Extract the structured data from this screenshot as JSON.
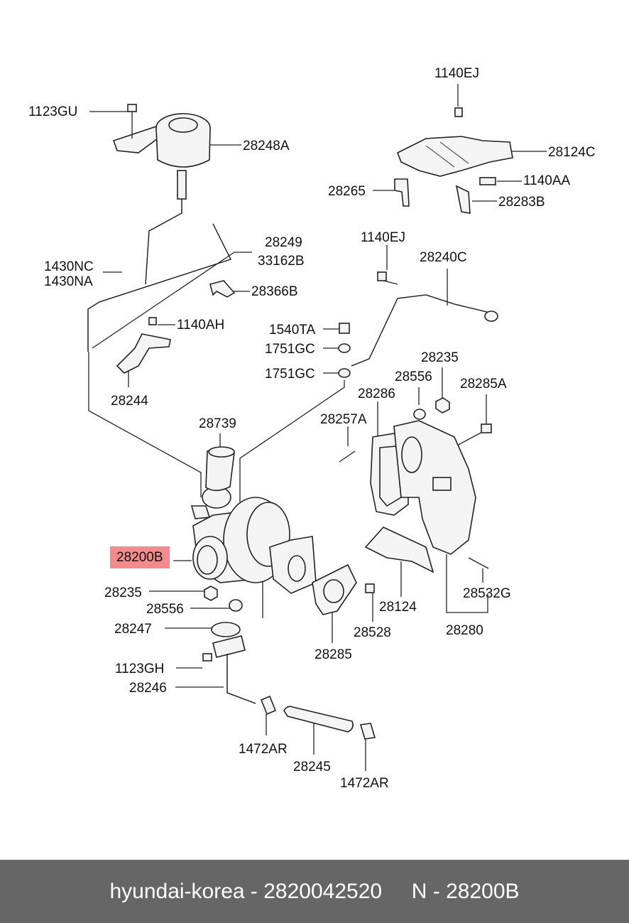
{
  "labels": {
    "p1140EJ_top": "1140EJ",
    "p1123GU": "1123GU",
    "p28248A": "28248A",
    "p28124C": "28124C",
    "p1140AA": "1140AA",
    "p28265": "28265",
    "p28283B": "28283B",
    "p28249": "28249",
    "p33162B": "33162B",
    "p1430NC": "1430NC",
    "p1430NA": "1430NA",
    "p1140EJ_mid": "1140EJ",
    "p28240C": "28240C",
    "p28366B": "28366B",
    "p1140AH": "1140AH",
    "p1540TA": "1540TA",
    "p1751GC_a": "1751GC",
    "p1751GC_b": "1751GC",
    "p28235_top": "28235",
    "p28244": "28244",
    "p28556_top": "28556",
    "p28286": "28286",
    "p28285A": "28285A",
    "p28739": "28739",
    "p28257A": "28257A",
    "p28200B": "28200B",
    "p28235_bot": "28235",
    "p28556_bot": "28556",
    "p28124": "28124",
    "p28532G": "28532G",
    "p28247": "28247",
    "p28528": "28528",
    "p28280": "28280",
    "p1123GH": "1123GH",
    "p28285": "28285",
    "p28246": "28246",
    "p1472AR_a": "1472AR",
    "p28245": "28245",
    "p1472AR_b": "1472AR"
  },
  "highlight_color": "#f28b8b",
  "footer": {
    "text": "hyundai-korea - 2820042520     N - 28200B"
  }
}
